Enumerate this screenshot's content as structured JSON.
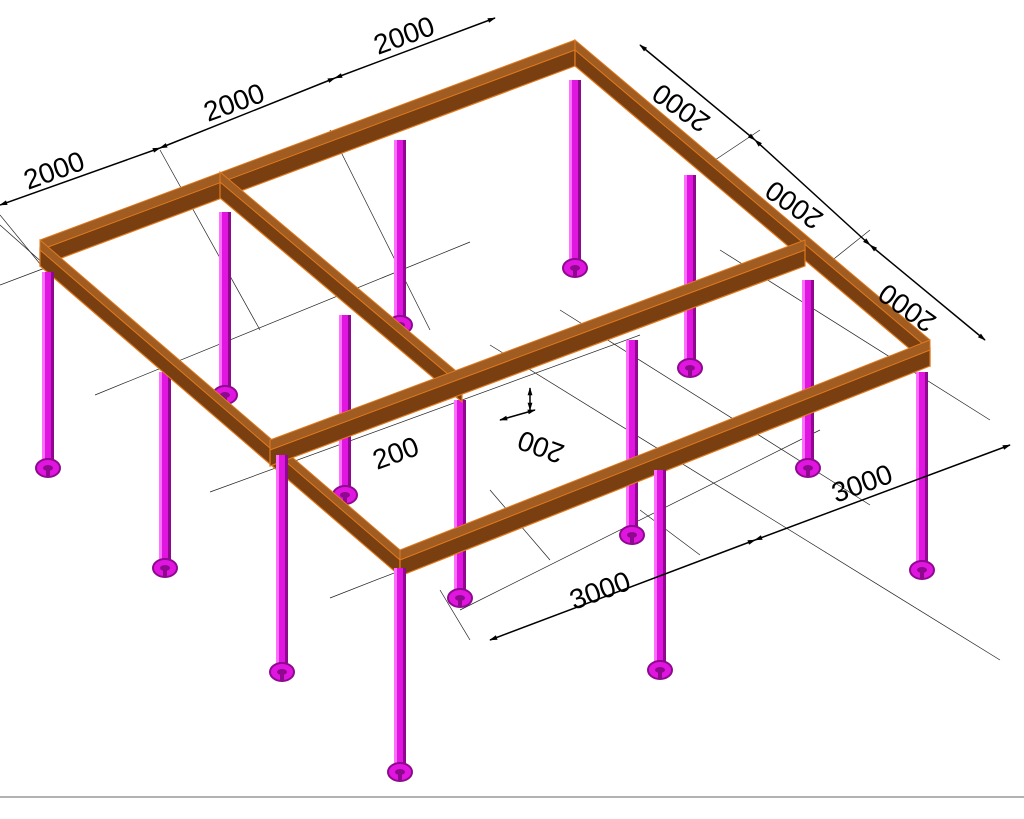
{
  "drawing": {
    "dimensions": {
      "top_left": "2000",
      "top_middle": "2000",
      "top_right": "2000",
      "right_upper": "2000",
      "right_middle": "2000",
      "right_lower": "2000",
      "bottom_right": "3000",
      "bottom_left": "3000",
      "beam_width": "200",
      "beam_depth": "200"
    },
    "colors": {
      "beam_top": "#a15c22",
      "beam_side": "#7a3f11",
      "beam_edge": "#e07a1e",
      "pile_shaft": "#e016e0",
      "pile_highlight": "#ff70ff",
      "pile_shade": "#8e098e",
      "dimension_line": "#000000"
    }
  }
}
